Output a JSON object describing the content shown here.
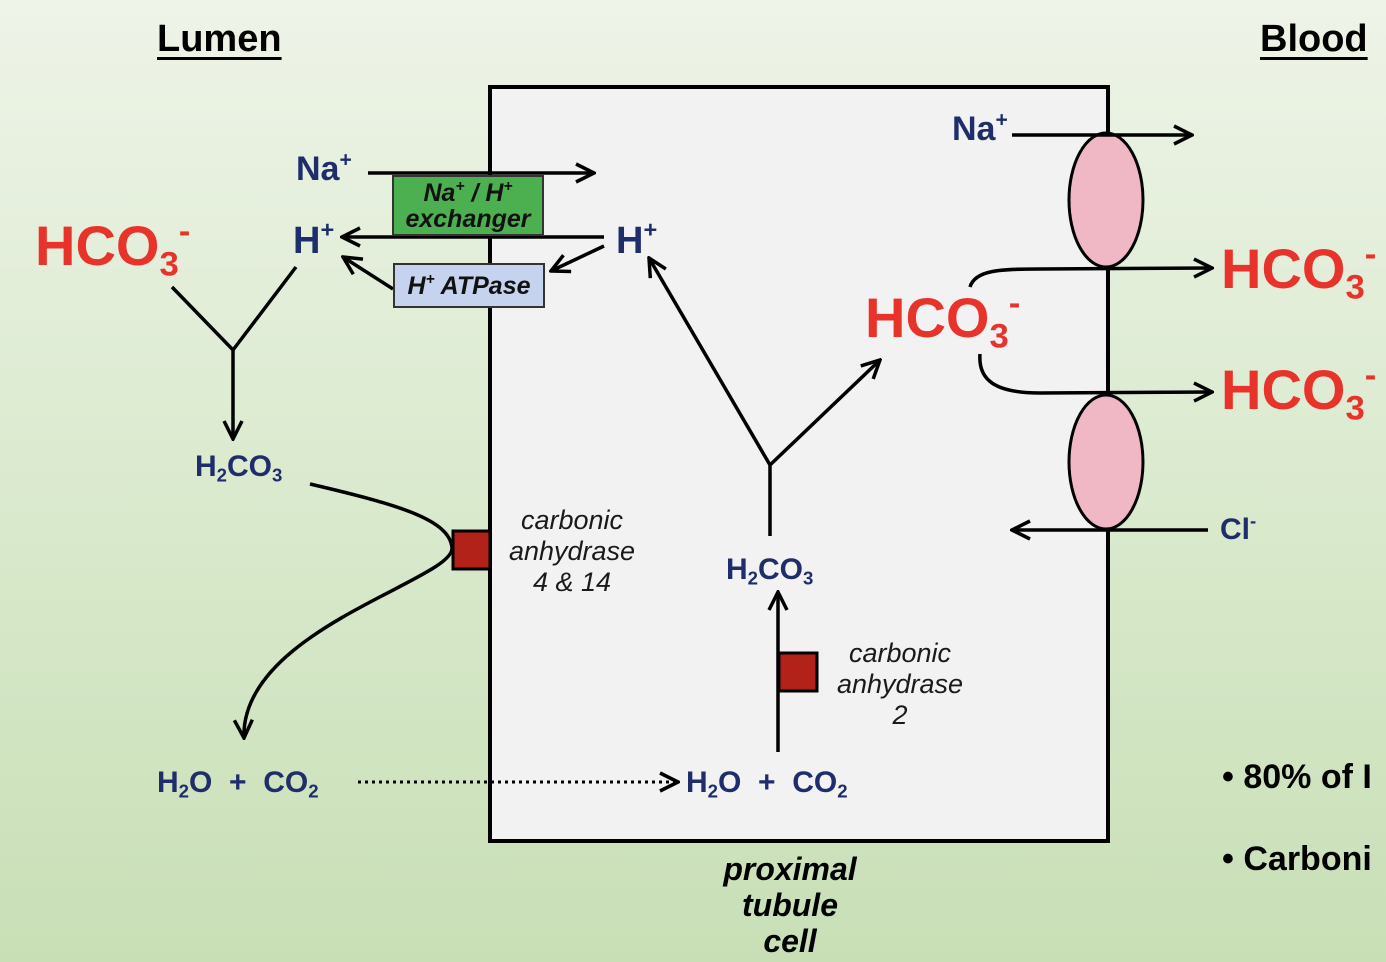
{
  "headers": {
    "lumen": "Lumen",
    "blood": "Blood"
  },
  "labels": {
    "na": "Na",
    "h": "H",
    "plus": "+",
    "minus": "-",
    "hco": "HCO",
    "three": "3",
    "two": "2",
    "h2co3_h": "H",
    "h2co3_co": "CO",
    "h2o_h": "H",
    "h2o_o": "O",
    "co2_co": "CO",
    "plus_sign": "+",
    "cl": "Cl"
  },
  "transporters": {
    "exchanger_line1": "Na",
    "exchanger_line1_mid": " / H",
    "exchanger_line2": "exchanger",
    "atpase_h": "H",
    "atpase_text": " ATPase"
  },
  "enzymes": {
    "ca_apical_line1": "carbonic",
    "ca_apical_line2": "anhydrase",
    "ca_apical_line3": "4 & 14",
    "ca_cyto_line1": "carbonic",
    "ca_cyto_line2": "anhydrase",
    "ca_cyto_line3": "2"
  },
  "cell_label": {
    "line1": "proximal",
    "line2": "tubule",
    "line3": "cell"
  },
  "bullets": [
    "80% of I",
    "Carboni"
  ],
  "colors": {
    "text_blue": "#1f2e6b",
    "bicarb_red": "#e8332b",
    "exchanger_green": "#4caf50",
    "atpase_blue": "#c5d3ee",
    "enzyme_red": "#b22218",
    "channel_pink": "#f0b8c4"
  }
}
